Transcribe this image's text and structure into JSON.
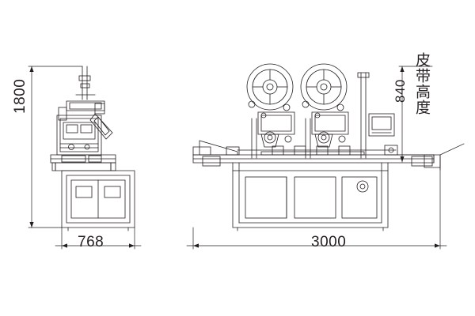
{
  "diagram": {
    "type": "mechanical-engineering-drawing",
    "description": "Two orthographic views of an automatic labeling machine: left side elevation and right front elevation, with dimension lines",
    "background_color": "#ffffff",
    "line_color": "#231f20",
    "views": {
      "left": {
        "name": "side-elevation"
      },
      "right": {
        "name": "front-elevation"
      }
    },
    "dimensions": {
      "height_overall": {
        "value": "1800",
        "orientation": "vertical",
        "view": "left"
      },
      "width_left": {
        "value": "768",
        "orientation": "horizontal",
        "view": "left"
      },
      "width_right": {
        "value": "3000",
        "orientation": "horizontal",
        "view": "right"
      },
      "conveyor_height": {
        "value": "840",
        "orientation": "vertical",
        "view": "right"
      },
      "conveyor_height_note": {
        "value": "皮带高度",
        "orientation": "vertical",
        "view": "right"
      }
    }
  }
}
